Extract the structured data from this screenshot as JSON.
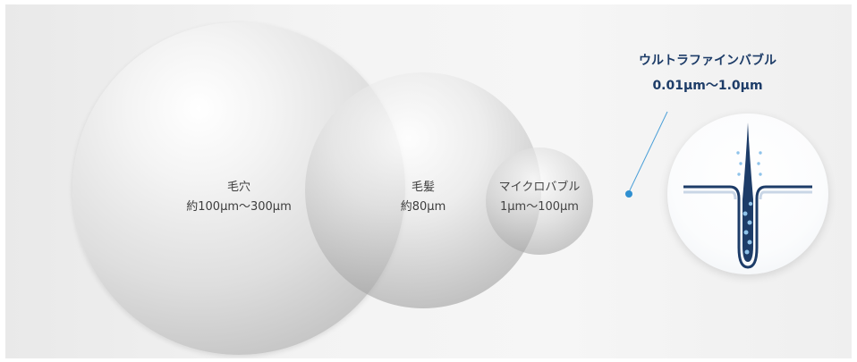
{
  "diagram": {
    "circles": [
      {
        "name": "毛穴",
        "size": "約100µm〜300µm"
      },
      {
        "name": "毛髪",
        "size": "約80µm"
      },
      {
        "name": "マイクロバブル",
        "size": "1µm〜100µm"
      }
    ],
    "ultrafine": {
      "name": "ウルトラファインバブル",
      "size": "0.01µm〜1.0µm"
    },
    "colors": {
      "accent_navy": "#1d3c68",
      "accent_blue": "#2f8fd0",
      "bubble_dot": "#8fc3ea"
    },
    "icons": {
      "hair_follicle": "hair-follicle-icon",
      "pointer_dot": "pointer-dot-icon"
    }
  }
}
